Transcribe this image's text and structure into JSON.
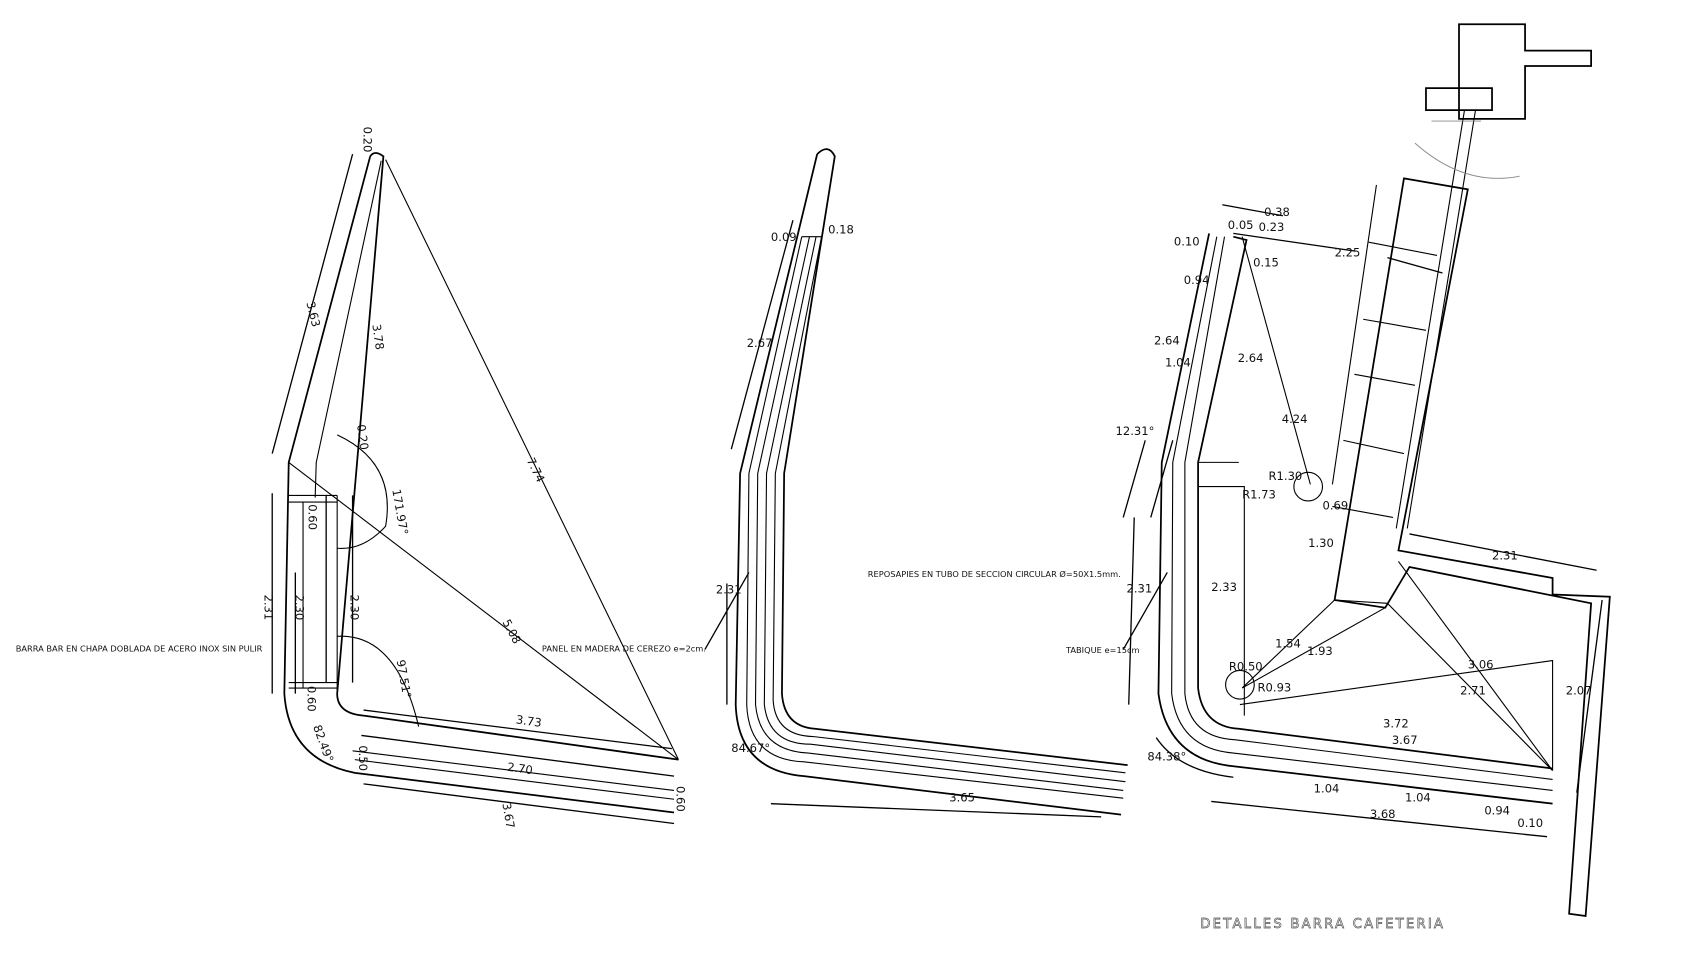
{
  "title": "DETALLES BARRA  CAFETERIA",
  "left_detail": {
    "notes": [
      "BARRA BAR EN  CHAPA DOBLADA DE ACERO INOX SIN PULIR",
      "PANEL EN MADERA DE CEREZO e=2cm."
    ],
    "dims": [
      "0.20",
      "3.63",
      "3.78",
      "0.20",
      "7.74",
      "171.97°",
      "0.60",
      "2.31",
      "2.30",
      "2.30",
      "5.08",
      "97.51°",
      "0.60",
      "82.49°",
      "0.50",
      "3.73",
      "2.70",
      "3.67",
      "0.60"
    ]
  },
  "middle_detail": {
    "dims": [
      "0.09",
      "0.18",
      "2.67",
      "2.31",
      "84.67°",
      "3.65"
    ]
  },
  "right_detail": {
    "notes": [
      "REPOSAPIES EN TUBO DE SECCION CIRCULAR Ø=50X1.5mm.",
      "TABIQUE e=15cm"
    ],
    "dims": [
      "0.38",
      "0.05",
      "0.23",
      "0.10",
      "0.15",
      "2.25",
      "0.94",
      "2.64",
      "2.64",
      "1.04",
      "4.24",
      "12.31°",
      "R1.30",
      "R1.73",
      "0.69",
      "1.30",
      "2.31",
      "2.31",
      "2.33",
      "1.54",
      "1.93",
      "3.06",
      "R0.50",
      "R0.93",
      "2.71",
      "2.07",
      "3.72",
      "3.67",
      "84.38°",
      "1.04",
      "1.04",
      "0.94",
      "3.68",
      "0.10"
    ]
  }
}
